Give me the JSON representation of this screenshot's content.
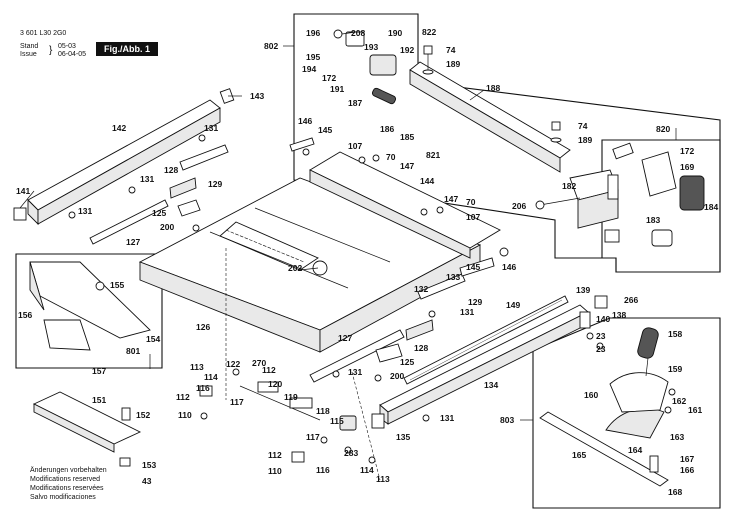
{
  "header": {
    "doc_number": "3 601 L30 2G0",
    "stand_label": "Stand",
    "stand_date": "05-03",
    "issue_label": "Issue",
    "issue_date": "06-04-05",
    "figure_label": "Fig./Abb. 1"
  },
  "footer": {
    "lines": [
      "Änderungen vorbehalten",
      "Modifications reserved",
      "Modifications reservées",
      "Salvo modificaciones"
    ]
  },
  "parts": [
    "196",
    "208",
    "190",
    "822",
    "802",
    "195",
    "193",
    "192",
    "74",
    "189",
    "194",
    "172",
    "191",
    "187",
    "188",
    "186",
    "185",
    "821",
    "74",
    "189",
    "820",
    "172",
    "169",
    "143",
    "142",
    "131",
    "141",
    "131",
    "131",
    "127",
    "128",
    "129",
    "125",
    "200",
    "146",
    "145",
    "107",
    "70",
    "147",
    "144",
    "147",
    "70",
    "107",
    "184",
    "183",
    "182",
    "206",
    "146",
    "145",
    "155",
    "156",
    "154",
    "157",
    "801",
    "202",
    "133",
    "132",
    "129",
    "131",
    "126",
    "127",
    "125",
    "200",
    "128",
    "131",
    "149",
    "139",
    "266",
    "140",
    "138",
    "23",
    "23",
    "158",
    "159",
    "160",
    "122",
    "270",
    "113",
    "114",
    "116",
    "112",
    "117",
    "120",
    "119",
    "118",
    "115",
    "112",
    "110",
    "117",
    "116",
    "112",
    "110",
    "283",
    "114",
    "113",
    "134",
    "135",
    "131",
    "151",
    "152",
    "153",
    "43",
    "803",
    "165",
    "162",
    "161",
    "163",
    "164",
    "167",
    "166",
    "168"
  ],
  "icons": [
    "table-saw-exploded-view"
  ]
}
